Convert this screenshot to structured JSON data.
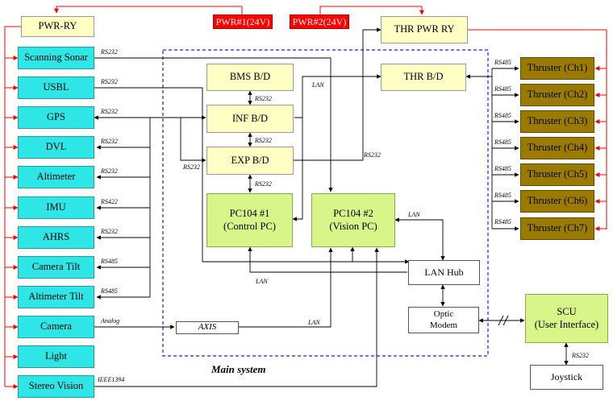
{
  "blocks": {
    "pwr_ry": "PWR-RY",
    "pwr1": "PWR#1(24V)",
    "pwr2": "PWR#2(24V)",
    "thr_pwr_ry": "THR PWR RY",
    "scanning_sonar": "Scanning Sonar",
    "usbl": "USBL",
    "gps": "GPS",
    "dvl": "DVL",
    "altimeter": "Altimeter",
    "imu": "IMU",
    "ahrs": "AHRS",
    "camera_tilt": "Camera Tilt",
    "altimeter_tilt": "Altimeter Tilt",
    "camera": "Camera",
    "light": "Light",
    "stereo_vision": "Stereo Vision",
    "bms": "BMS B/D",
    "inf": "INF B/D",
    "exp": "EXP B/D",
    "pc1_line1": "PC104 #1",
    "pc1_line2": "(Control PC)",
    "pc2_line1": "PC104 #2",
    "pc2_line2": "(Vision PC)",
    "axis": "AXIS",
    "thr_bd": "THR B/D",
    "lan_hub": "LAN Hub",
    "optic_line1": "Optic",
    "optic_line2": "Modem",
    "scu_line1": "SCU",
    "scu_line2": "(User Interface)",
    "joystick": "Joystick",
    "thrusters": [
      "Thruster (Ch1)",
      "Thruster (Ch2)",
      "Thruster (Ch3)",
      "Thruster (Ch4)",
      "Thruster (Ch5)",
      "Thruster (Ch6)",
      "Thruster (Ch7)"
    ],
    "main_system": "Main system"
  },
  "labels": {
    "rs232": "RS232",
    "rs422": "RS422",
    "rs485": "RS485",
    "analog": "Analog",
    "ieee1394": "IEEE1394",
    "lan": "LAN"
  },
  "colors": {
    "sensor": "#2ee6e6",
    "board": "#ffffc4",
    "pc": "#d8f58a",
    "thruster": "#9a7b00",
    "power_line": "#ff0000",
    "main_border": "#1a1aff"
  }
}
